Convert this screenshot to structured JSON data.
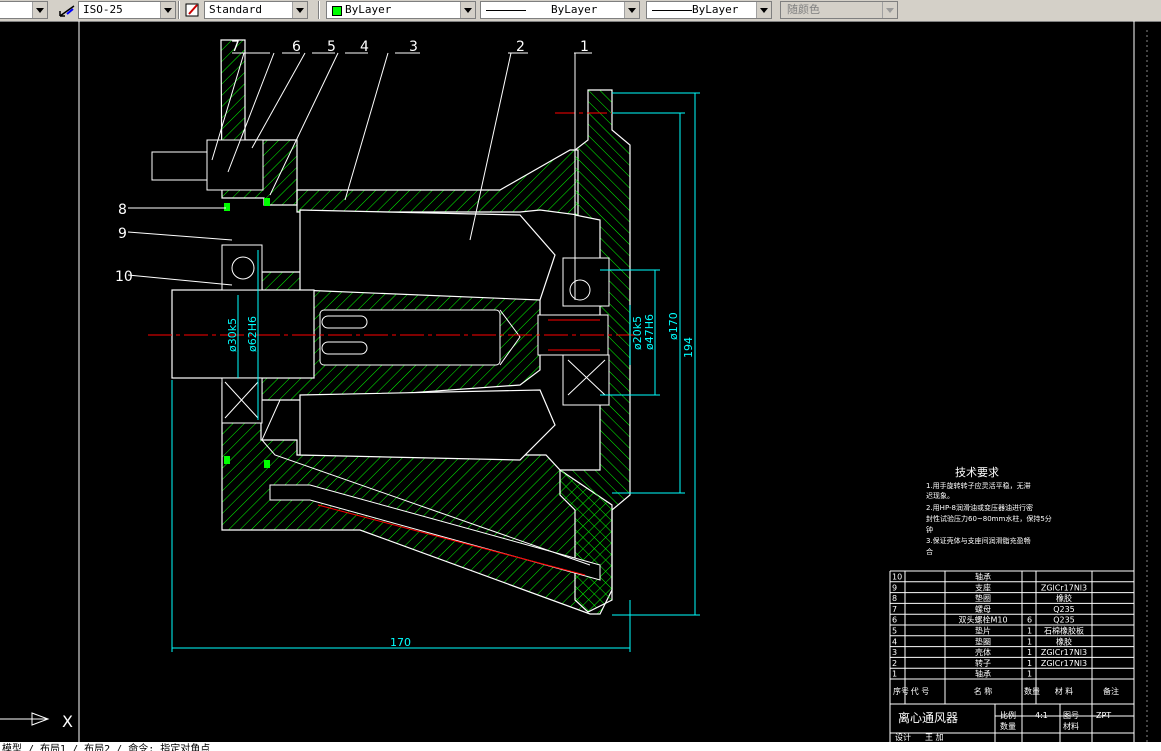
{
  "toolbar": {
    "dimstyle": "ISO-25",
    "textstyle": "Standard",
    "layer": "ByLayer",
    "linetype": "ByLayer",
    "lineweight": "ByLayer",
    "plotstyle": "随颜色",
    "layer_color": "#00ff00"
  },
  "drawing": {
    "callouts": [
      "1",
      "2",
      "3",
      "4",
      "5",
      "6",
      "7",
      "8",
      "9",
      "10"
    ],
    "dims": {
      "d30k5": "ø30k5",
      "d62H6": "ø62H6",
      "d20k5": "ø20k5",
      "d47H6": "ø47H6",
      "d170": "ø170",
      "h194": "194",
      "w170": "170"
    },
    "notes": {
      "title": "技术要求",
      "lines": [
        "1.用手旋转转子应灵活平稳，无滞",
        "迟现象。",
        "2.用HP-8润滑油或变压器油进行密",
        "封性试验压力60~80mm水柱，保持5分",
        "钟",
        "3.保证壳体与支座间润滑脂充盈畅",
        "合"
      ]
    }
  },
  "title_block": {
    "rows": [
      {
        "no": "10",
        "name": "轴承",
        "qty": "",
        "mat": ""
      },
      {
        "no": "9",
        "name": "支座",
        "qty": "",
        "mat": "ZGlCr17Nl3"
      },
      {
        "no": "8",
        "name": "垫圈",
        "qty": "",
        "mat": "橡胶"
      },
      {
        "no": "7",
        "name": "螺母",
        "qty": "",
        "mat": "Q235"
      },
      {
        "no": "6",
        "name": "双头螺栓M10",
        "qty": "6",
        "mat": "Q235"
      },
      {
        "no": "5",
        "name": "垫片",
        "qty": "1",
        "mat": "石棉橡胶板"
      },
      {
        "no": "4",
        "name": "垫圈",
        "qty": "1",
        "mat": "橡胶"
      },
      {
        "no": "3",
        "name": "壳体",
        "qty": "1",
        "mat": "ZGlCr17Nl3"
      },
      {
        "no": "2",
        "name": "转子",
        "qty": "1",
        "mat": "ZGlCr17Nl3"
      },
      {
        "no": "1",
        "name": "轴承",
        "qty": "1",
        "mat": ""
      }
    ],
    "header": {
      "no": "序号",
      "code": "代 号",
      "name": "名  称",
      "qty": "数量",
      "mat": "材   料",
      "remark": "备注"
    },
    "part_name": "离心通风器",
    "scale_label": "比例",
    "scale": "4:1",
    "qty_label": "数量",
    "drawing_no_label": "图号",
    "drawing_no": "ZPT",
    "material_label": "材料",
    "design_label": "设计",
    "designer": "王 加"
  },
  "ucs": {
    "x_label": "X"
  },
  "command_line": "模型 / 布局1 / 布局2 / 命令: 指定对角点"
}
